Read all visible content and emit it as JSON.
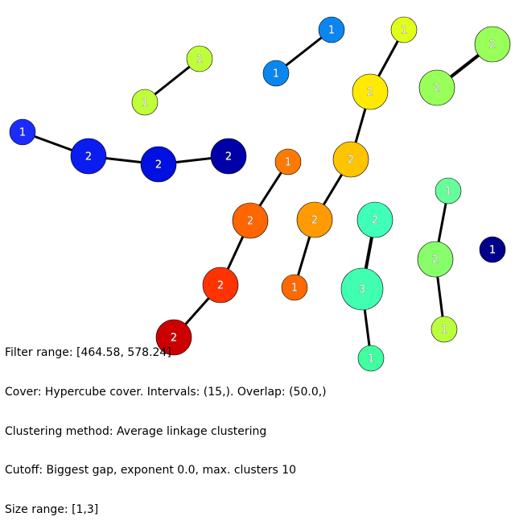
{
  "graph": {
    "nodes": [
      {
        "id": "n1",
        "label": "1",
        "color": "#0a86f0"
      },
      {
        "id": "n2",
        "label": "1",
        "color": "#0a86f0"
      },
      {
        "id": "n3",
        "label": "1",
        "color": "#e0ff1a"
      },
      {
        "id": "n4",
        "label": "2",
        "color": "#ffea00"
      },
      {
        "id": "n5",
        "label": "2",
        "color": "#99ff59"
      },
      {
        "id": "n6",
        "label": "2",
        "color": "#99ff59"
      },
      {
        "id": "n7",
        "label": "1",
        "color": "#bfff3a"
      },
      {
        "id": "n8",
        "label": "1",
        "color": "#bfff3a"
      },
      {
        "id": "n9",
        "label": "1",
        "color": "#1a2cff"
      },
      {
        "id": "n10",
        "label": "2",
        "color": "#0a1cf0"
      },
      {
        "id": "n11",
        "label": "2",
        "color": "#0010e0"
      },
      {
        "id": "n12",
        "label": "2",
        "color": "#0000a8"
      },
      {
        "id": "n13",
        "label": "1",
        "color": "#ff7a00"
      },
      {
        "id": "n14",
        "label": "2",
        "color": "#ffc400"
      },
      {
        "id": "n15",
        "label": "2",
        "color": "#ff6600"
      },
      {
        "id": "n16",
        "label": "2",
        "color": "#ff9a00"
      },
      {
        "id": "n17",
        "label": "2",
        "color": "#40ffb8"
      },
      {
        "id": "n18",
        "label": "1",
        "color": "#66ff99"
      },
      {
        "id": "n19",
        "label": "2",
        "color": "#88ff6a"
      },
      {
        "id": "n20",
        "label": "1",
        "color": "#00008b"
      },
      {
        "id": "n21",
        "label": "2",
        "color": "#ff3300"
      },
      {
        "id": "n22",
        "label": "1",
        "color": "#ff6a00"
      },
      {
        "id": "n23",
        "label": "3",
        "color": "#40ffb0"
      },
      {
        "id": "n24",
        "label": "1",
        "color": "#bbff3d"
      },
      {
        "id": "n25",
        "label": "2",
        "color": "#cc0000"
      },
      {
        "id": "n26",
        "label": "1",
        "color": "#40ffa0"
      }
    ],
    "edges": [
      [
        "n1",
        "n2"
      ],
      [
        "n3",
        "n4"
      ],
      [
        "n4",
        "n14"
      ],
      [
        "n5",
        "n6"
      ],
      [
        "n7",
        "n8"
      ],
      [
        "n9",
        "n10"
      ],
      [
        "n10",
        "n11"
      ],
      [
        "n11",
        "n12"
      ],
      [
        "n13",
        "n15"
      ],
      [
        "n15",
        "n21"
      ],
      [
        "n21",
        "n25"
      ],
      [
        "n14",
        "n16"
      ],
      [
        "n16",
        "n22"
      ],
      [
        "n17",
        "n23"
      ],
      [
        "n23",
        "n26"
      ],
      [
        "n18",
        "n19"
      ],
      [
        "n19",
        "n24"
      ]
    ]
  },
  "info": {
    "filter_range": "Filter range: [464.58, 578.24]",
    "cover": "Cover: Hypercube cover. Intervals: (15,). Overlap: (50.0,)",
    "clustering": "Clustering method: Average linkage clustering",
    "cutoff": "Cutoff: Biggest gap, exponent 0.0, max. clusters 10",
    "size_range": "Size range: [1,3]"
  }
}
